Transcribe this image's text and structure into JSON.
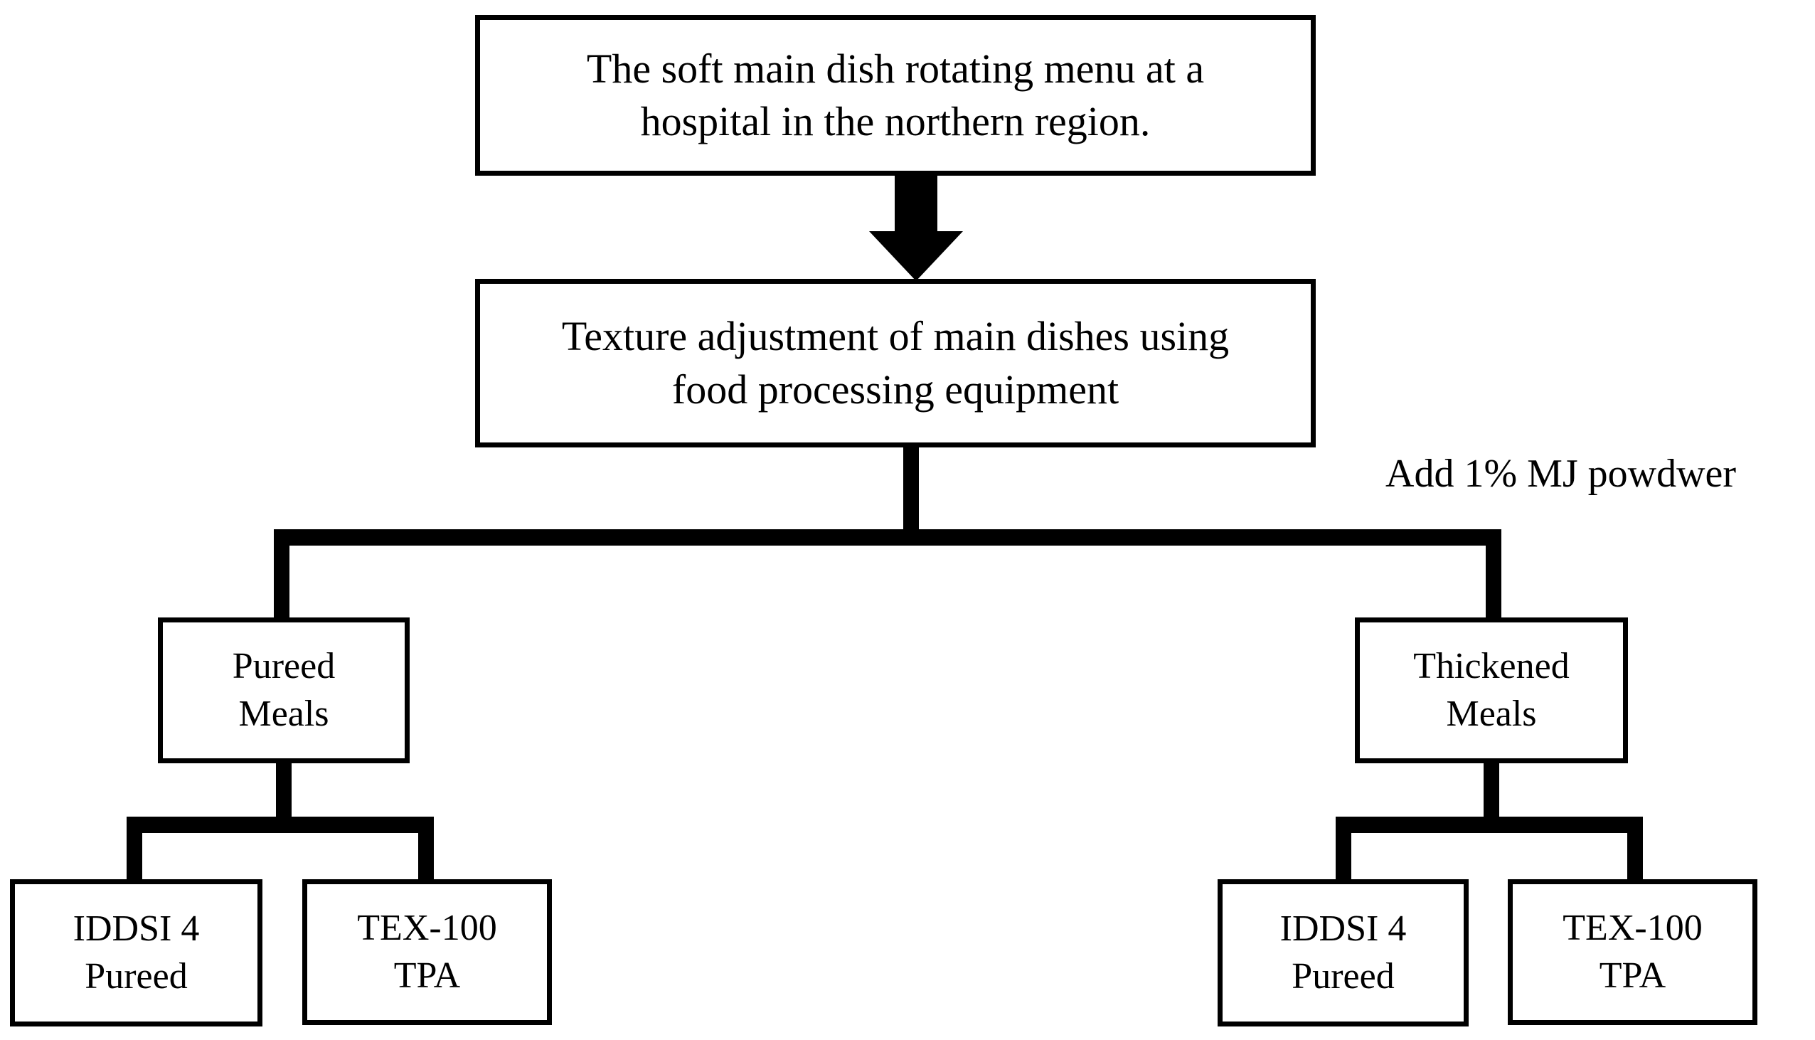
{
  "diagram": {
    "type": "flowchart",
    "orientation": "top-down",
    "background_color": "#ffffff",
    "line_color": "#000000",
    "text_color": "#000000",
    "nodes": {
      "source": {
        "label": "The soft main dish rotating menu at a\nhospital in the northern region.",
        "shape": "rectangle"
      },
      "process": {
        "label": "Texture adjustment of main dishes using\nfood processing equipment",
        "shape": "rectangle"
      },
      "pureed_meals": {
        "label": "Pureed\nMeals",
        "shape": "rectangle"
      },
      "thickened_meals": {
        "label": "Thickened\nMeals",
        "shape": "rectangle"
      },
      "left_iddsi": {
        "label": "IDDSI 4\nPureed",
        "shape": "rectangle"
      },
      "left_tex": {
        "label": "TEX-100\nTPA",
        "shape": "rectangle"
      },
      "right_iddsi": {
        "label": "IDDSI 4\nPureed",
        "shape": "rectangle"
      },
      "right_tex": {
        "label": "TEX-100\nTPA",
        "shape": "rectangle"
      }
    },
    "edges": {
      "source_to_process": {
        "style": "block-arrow",
        "direction": "down",
        "label": ""
      },
      "process_to_thickened": {
        "style": "elbow",
        "label": "Add 1% MJ powdwer"
      }
    },
    "icons": {
      "down_arrow": "arrow-down-icon"
    }
  }
}
